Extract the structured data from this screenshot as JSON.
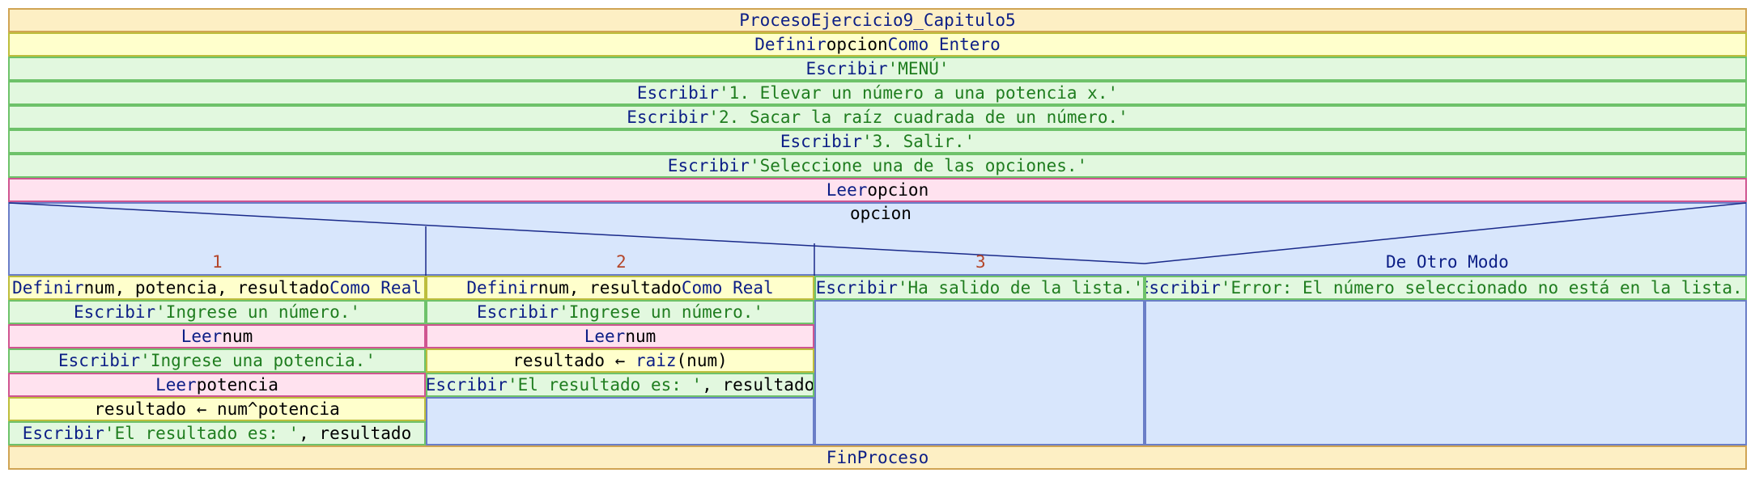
{
  "process": {
    "kw_start": "Proceso",
    "name": "Ejercicio9_Capitulo5",
    "kw_end": "FinProceso"
  },
  "header": {
    "define": {
      "kw": "Definir",
      "vars": "opcion",
      "kw_type": "Como Entero"
    },
    "writes": [
      {
        "kw": "Escribir",
        "text": "'MENÚ'"
      },
      {
        "kw": "Escribir",
        "text": "'1. Elevar un número a una potencia x.'"
      },
      {
        "kw": "Escribir",
        "text": "'2. Sacar la raíz cuadrada de un número.'"
      },
      {
        "kw": "Escribir",
        "text": "'3. Salir.'"
      },
      {
        "kw": "Escribir",
        "text": "'Seleccione una de las opciones.'"
      }
    ],
    "read": {
      "kw": "Leer",
      "var": "opcion"
    }
  },
  "switch": {
    "variable": "opcion",
    "case1": {
      "label": "1",
      "define": {
        "kw": "Definir",
        "vars": "num, potencia, resultado",
        "kw_type": "Como Real"
      },
      "write1": {
        "kw": "Escribir",
        "text": "'Ingrese un número.'"
      },
      "read1": {
        "kw": "Leer",
        "var": "num"
      },
      "write2": {
        "kw": "Escribir",
        "text": "'Ingrese una potencia.'"
      },
      "read2": {
        "kw": "Leer",
        "var": "potencia"
      },
      "assign": "resultado ← num^potencia",
      "write3": {
        "kw": "Escribir",
        "text": "'El resultado es: '",
        "rest": ", resultado"
      }
    },
    "case2": {
      "label": "2",
      "define": {
        "kw": "Definir",
        "vars": "num, resultado",
        "kw_type": "Como Real"
      },
      "write1": {
        "kw": "Escribir",
        "text": "'Ingrese un número.'"
      },
      "read1": {
        "kw": "Leer",
        "var": "num"
      },
      "assign_pre": "resultado ← ",
      "assign_fn": "raiz",
      "assign_post": "(num)",
      "write2": {
        "kw": "Escribir",
        "text": "'El resultado es: '",
        "rest": ", resultado"
      }
    },
    "case3": {
      "label": "3",
      "write1": {
        "kw": "Escribir",
        "text": "'Ha salido de la lista.'"
      }
    },
    "default": {
      "label": "De Otro Modo",
      "write1": {
        "kw": "Escribir",
        "text": "'Error: El número seleccionado no está en la lista.'"
      }
    }
  }
}
